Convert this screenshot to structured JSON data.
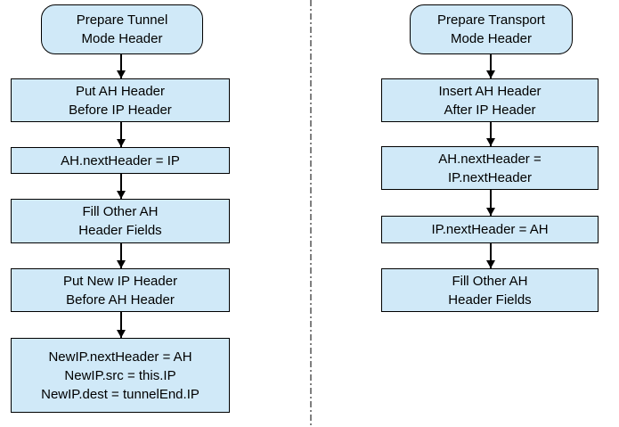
{
  "diagram": {
    "background_color": "#ffffff",
    "node_fill_color": "#d0e9f8",
    "node_border_color": "#000000",
    "text_color": "#000000",
    "arrow_color": "#000000",
    "divider": {
      "style": "dash-dot",
      "color": "#7f7f7f",
      "orientation": "vertical"
    },
    "tunnel_flow": {
      "nodes": [
        {
          "id": "start",
          "shape": "rounded",
          "label": "Prepare Tunnel\nMode Header"
        },
        {
          "id": "step1",
          "shape": "rect",
          "label": "Put AH Header\nBefore IP Header"
        },
        {
          "id": "step2",
          "shape": "rect",
          "label": "AH.nextHeader = IP"
        },
        {
          "id": "step3",
          "shape": "rect",
          "label": "Fill Other AH\nHeader Fields"
        },
        {
          "id": "step4",
          "shape": "rect",
          "label": "Put New IP Header\nBefore AH Header"
        },
        {
          "id": "step5",
          "shape": "rect",
          "label": "NewIP.nextHeader = AH\nNewIP.src = this.IP\nNewIP.dest = tunnelEnd.IP"
        }
      ]
    },
    "transport_flow": {
      "nodes": [
        {
          "id": "start",
          "shape": "rounded",
          "label": "Prepare Transport\nMode Header"
        },
        {
          "id": "step1",
          "shape": "rect",
          "label": "Insert AH Header\nAfter IP Header"
        },
        {
          "id": "step2",
          "shape": "rect",
          "label": "AH.nextHeader =\nIP.nextHeader"
        },
        {
          "id": "step3",
          "shape": "rect",
          "label": "IP.nextHeader = AH"
        },
        {
          "id": "step4",
          "shape": "rect",
          "label": "Fill Other AH\nHeader Fields"
        }
      ]
    }
  }
}
